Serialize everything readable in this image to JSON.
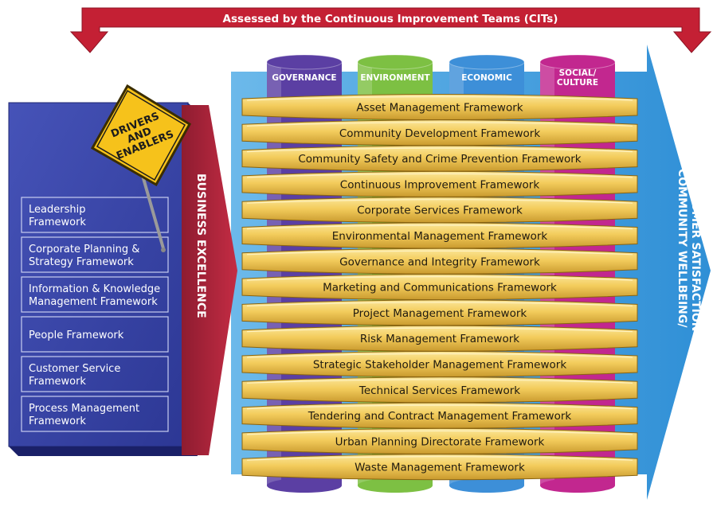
{
  "top_bracket": {
    "label": "Assessed by the Continuous Improvement Teams (CITs)"
  },
  "drivers_sign": {
    "lines": [
      "DRIVERS",
      "AND",
      "ENABLERS"
    ]
  },
  "left_frameworks": [
    {
      "lines": [
        "Leadership",
        "Framework"
      ]
    },
    {
      "lines": [
        "Corporate Planning &",
        "Strategy Framework"
      ]
    },
    {
      "lines": [
        "Information & Knowledge",
        "Management Framework"
      ]
    },
    {
      "lines": [
        "People Framework"
      ]
    },
    {
      "lines": [
        "Customer Service",
        "Framework"
      ]
    },
    {
      "lines": [
        "Process Management",
        "Framework"
      ]
    }
  ],
  "business_excellence": {
    "label": "BUSINESS EXCELLENCE"
  },
  "right_arrow": {
    "lines": [
      "COMMUNITY WELLBEING/",
      "CUSTOMER SATISFACTION"
    ]
  },
  "pillars": [
    {
      "lines": [
        "GOVERNANCE"
      ],
      "color": "#5b3fa3"
    },
    {
      "lines": [
        "ENVIRONMENT"
      ],
      "color": "#7dc043"
    },
    {
      "lines": [
        "ECONOMIC"
      ],
      "color": "#3d8fd8"
    },
    {
      "lines": [
        "SOCIAL/",
        "CULTURE"
      ],
      "color": "#c2278f"
    }
  ],
  "bands": [
    "Asset Management Framework",
    "Community Development Framework",
    "Community Safety and Crime Prevention Framework",
    "Continuous Improvement Framework",
    "Corporate Services Framework",
    "Environmental Management Framework",
    "Governance and Integrity Framework",
    "Marketing and Communications Framework",
    "Project Management Framework",
    "Risk Management Framework",
    "Strategic Stakeholder Management Framework",
    "Technical Services Framework",
    "Tendering and Contract Management Framework",
    "Urban Planning Directorate Framework",
    "Waste Management Framework"
  ],
  "colors": {
    "bracket_red": "#c42034",
    "left_panel_blue": "#3a47a8",
    "be_arrow_red": "#a8233a",
    "right_arrow_blue": "#4aa3e0",
    "band_gold": "#f3cc5c",
    "sign_yellow": "#f6c21b"
  }
}
